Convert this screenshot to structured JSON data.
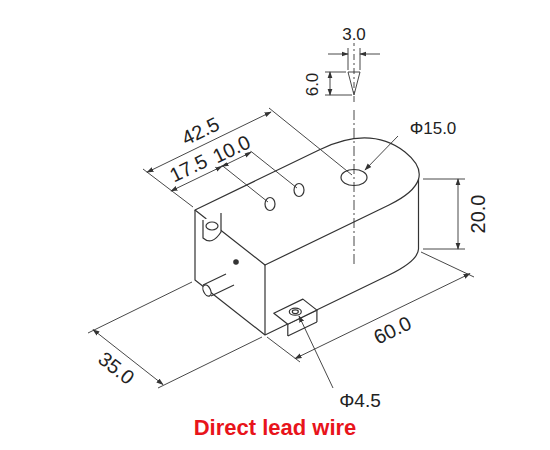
{
  "diagram": {
    "caption": "Direct lead wire",
    "labels": [
      "3.0",
      "6.0",
      "Φ15.0",
      "42.5",
      "17.5",
      "10.0",
      "20.0",
      "35.0",
      "60.0",
      "Φ4.5"
    ]
  }
}
